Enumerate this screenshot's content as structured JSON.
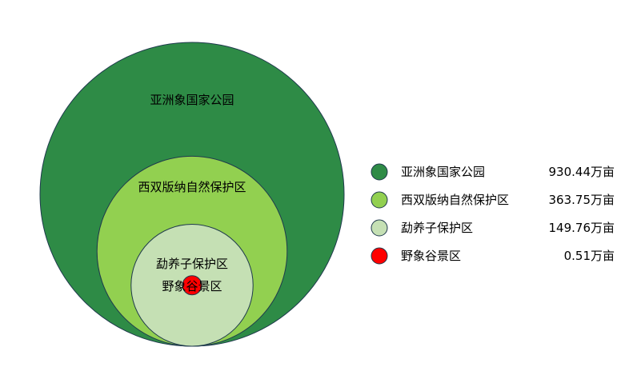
{
  "chart_data": {
    "type": "nested-circle",
    "series": [
      {
        "name": "亚洲象国家公园",
        "value": 930.44,
        "value_label": "930.44万亩",
        "color": "#2e8b46"
      },
      {
        "name": "西双版纳自然保护区",
        "value": 363.75,
        "value_label": "363.75万亩",
        "color": "#92d050"
      },
      {
        "name": "勐养子保护区",
        "value": 149.76,
        "value_label": "149.76万亩",
        "color": "#c5e0b4"
      },
      {
        "name": "野象谷景区",
        "value": 0.51,
        "value_label": "0.51万亩",
        "color": "#ff0000"
      }
    ],
    "unit": "万亩",
    "legend_position": "right"
  }
}
